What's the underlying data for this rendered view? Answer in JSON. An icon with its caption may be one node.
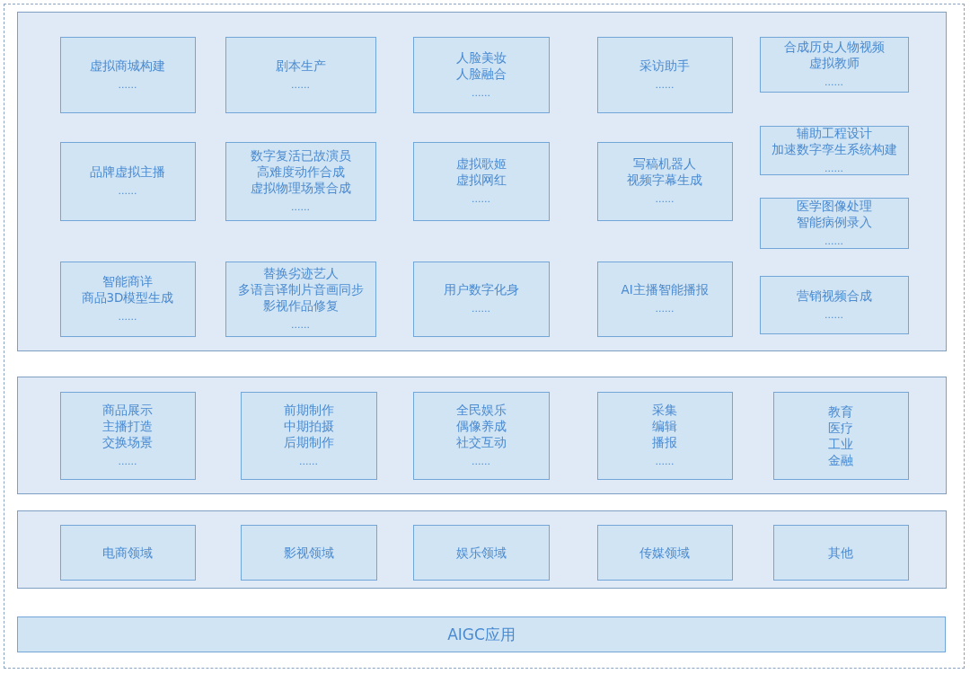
{
  "diagram": {
    "nodes": [
      {
        "text": [],
        "shape": "box"
      },
      {
        "text": [
          "虚拟商城构建",
          "......"
        ],
        "in": 0
      },
      {
        "text": [
          "剧本生产",
          "......"
        ],
        "in": 0
      },
      {
        "text": [
          "人脸美妆",
          "人脸融合",
          "......"
        ],
        "in": 0
      },
      {
        "text": [
          "采访助手",
          "......"
        ],
        "in": 0
      },
      {
        "text": [
          "合成历史人物视频",
          "虚拟教师",
          "......"
        ],
        "in": 0
      },
      {
        "text": [
          "品牌虚拟主播",
          "......"
        ],
        "in": 0
      },
      {
        "text": [
          "数字复活已故演员",
          "高难度动作合成",
          "虚拟物理场景合成",
          "......"
        ],
        "in": 0
      },
      {
        "text": [
          "虚拟歌姬",
          "虚拟网红",
          "......"
        ],
        "in": 0
      },
      {
        "text": [
          "写稿机器人",
          "视频字幕生成",
          "......"
        ],
        "in": 0
      },
      {
        "text": [
          "辅助工程设计",
          "加速数字孪生系统构建",
          "......"
        ],
        "in": 0
      },
      {
        "text": [
          "医学图像处理",
          "智能病例录入",
          "......"
        ],
        "in": 0
      },
      {
        "text": [
          "智能商详",
          "商品3D模型生成",
          "......"
        ],
        "in": 0
      },
      {
        "text": [
          "替换劣迹艺人",
          "多语言译制片音画同步",
          "影视作品修复",
          "......"
        ],
        "in": 0
      },
      {
        "text": [
          "用户数字化身",
          "......"
        ],
        "in": 0
      },
      {
        "text": [
          "AI主播智能播报",
          "......"
        ],
        "in": 0
      },
      {
        "text": [
          "营销视频合成",
          "......"
        ],
        "in": 0
      },
      {
        "text": [],
        "shape": "box"
      },
      {
        "text": [
          "商品展示",
          "主播打造",
          "交换场景",
          "......"
        ],
        "in": 17
      },
      {
        "text": [
          "前期制作",
          "中期拍摄",
          "后期制作",
          "......"
        ],
        "in": 17
      },
      {
        "text": [
          "全民娱乐",
          "偶像养成",
          "社交互动",
          "......"
        ],
        "in": 17
      },
      {
        "text": [
          "采集",
          "编辑",
          "播报",
          "......"
        ],
        "in": 17
      },
      {
        "text": [
          "教育",
          "医疗",
          "工业",
          "金融"
        ],
        "in": 17
      },
      {
        "text": [],
        "shape": "box"
      },
      {
        "text": [
          "电商领域"
        ],
        "in": 23
      },
      {
        "text": [
          "影视领域"
        ],
        "in": 23
      },
      {
        "text": [
          "娱乐领域"
        ],
        "in": 23
      },
      {
        "text": [
          "传媒领域"
        ],
        "in": 23
      },
      {
        "text": [
          "其他"
        ],
        "in": 23
      },
      {
        "text": [
          "AIGC应用"
        ]
      }
    ]
  }
}
